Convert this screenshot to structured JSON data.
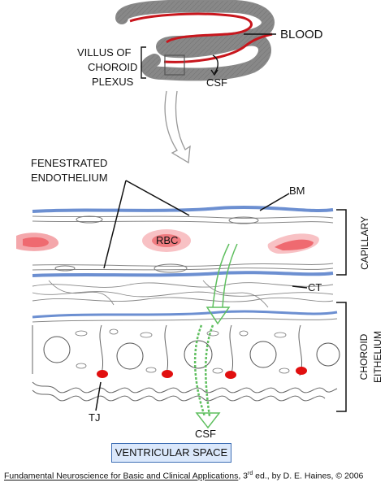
{
  "top": {
    "blood_label": "BLOOD",
    "villus_label": [
      "VILLUS OF",
      "CHOROID",
      "PLEXUS"
    ],
    "csf_label": "CSF"
  },
  "labels": {
    "fenestrated": [
      "FENESTRATED",
      "ENDOTHELIUM"
    ],
    "bm": "BM",
    "rbc": "RBC",
    "ct": "CT",
    "capillary": "CAPILLARY",
    "choroid_epithelium": [
      "CHOROID",
      "EITHELIUM"
    ],
    "tj": "TJ",
    "csf": "CSF"
  },
  "ventricular_space": "VENTRICULAR SPACE",
  "citation": {
    "title": "Fundamental Neuroscience for Basic and Clinical Applications",
    "edition_pre": ", 3",
    "edition_sup": "rd",
    "rest": " ed., by D. E. Haines, © 2006"
  },
  "colors": {
    "blood_red": "#c8161d",
    "membrane_blue": "#6c8fd1",
    "rbc_pink": "#ef6a70",
    "csf_green": "#5fbf5f",
    "box_fill": "#dbe8fb",
    "box_border": "#3f6fb5"
  }
}
